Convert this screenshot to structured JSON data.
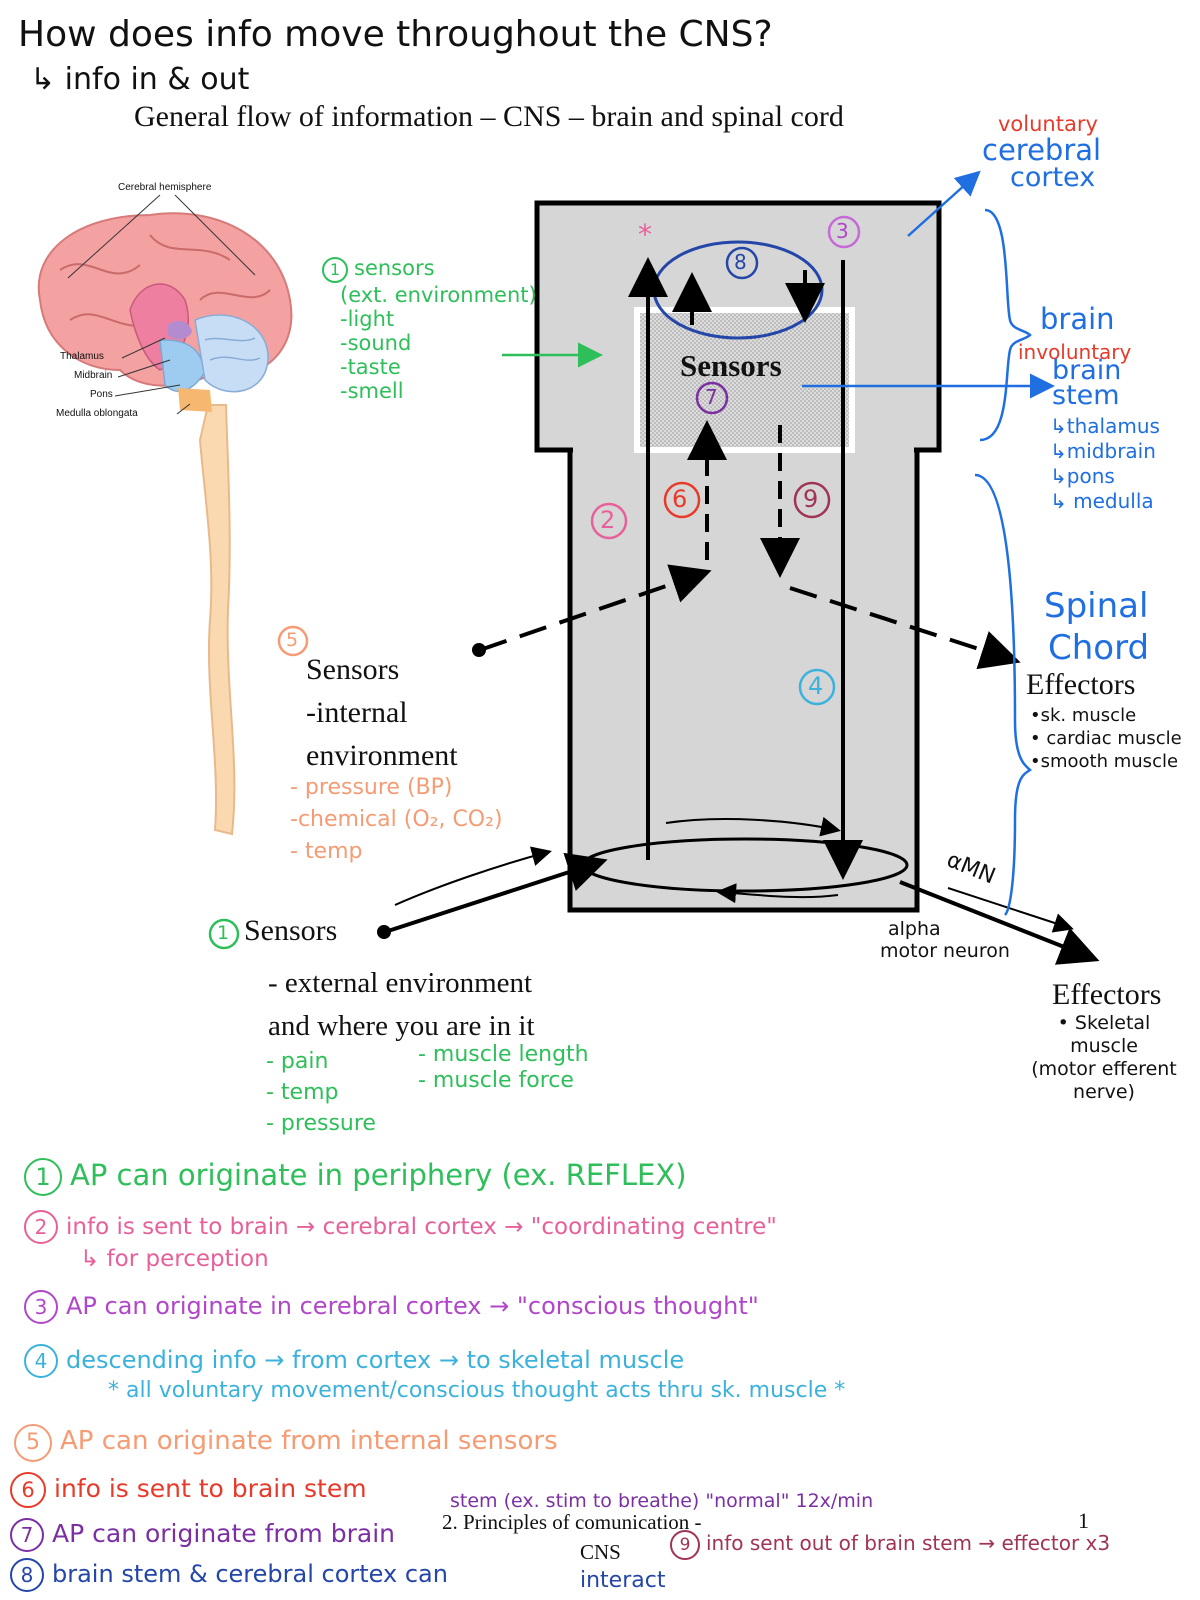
{
  "heading": {
    "question": "How does info move throughout the CNS?",
    "sub": "↳ info in & out",
    "printed_title": "General flow of information – CNS – brain and spinal cord"
  },
  "illustration": {
    "label_cerebral": "Cerebral hemisphere",
    "label_thalamus": "Thalamus",
    "label_midbrain": "Midbrain",
    "label_pons": "Pons",
    "label_medulla": "Medulla oblongata"
  },
  "diagram": {
    "sensors_inside": "Sensors",
    "num1": "1",
    "num2": "2",
    "num3": "3",
    "num4": "4",
    "num5": "5",
    "num6": "6",
    "num7": "7",
    "num8": "8",
    "num9": "9",
    "star": "*",
    "amn": "αMN",
    "alpha1": "alpha",
    "alpha2": "motor neuron"
  },
  "ext_sensors_note": {
    "title": "sensors",
    "sub": "(ext. environment)",
    "items": [
      "-light",
      "-sound",
      "-taste",
      "-smell"
    ]
  },
  "internal_sensors": {
    "line1": "Sensors",
    "line2": "-internal",
    "line3": "environment",
    "items": [
      "- pressure (BP)",
      "-chemical (O₂, CO₂)",
      "- temp"
    ]
  },
  "external_sensors": {
    "line1": "Sensors",
    "line2": "- external environment",
    "line3": "and where you are in it",
    "left_items": [
      "- pain",
      "- temp",
      "- pressure"
    ],
    "right_items": [
      "- muscle length",
      "- muscle force"
    ]
  },
  "brain_labels": {
    "voluntary": "voluntary",
    "cerebral": "cerebral",
    "cortex": "cortex",
    "brain": "brain",
    "involuntary": "involuntary",
    "brainstem1": "brain",
    "brainstem2": "stem",
    "parts": [
      "↳thalamus",
      "↳midbrain",
      "↳pons",
      "↳ medulla"
    ],
    "spinal1": "Spinal",
    "spinal2": "Chord"
  },
  "effectors_top": {
    "title": "Effectors",
    "items": [
      "•sk. muscle",
      "• cardiac muscle",
      "•smooth muscle"
    ]
  },
  "effectors_bottom": {
    "title": "Effectors",
    "items": [
      "• Skeletal",
      "muscle",
      "(motor efferent",
      "nerve)"
    ]
  },
  "notes": {
    "n1": "AP can originate in periphery (ex. REFLEX)",
    "n2a": "info is sent to brain → cerebral cortex → \"coordinating centre\"",
    "n2b": "↳ for perception",
    "n3": "AP can originate in cerebral cortex → \"conscious thought\"",
    "n4a": "descending info → from cortex → to skeletal muscle",
    "n4b": "* all voluntary movement/conscious thought acts thru sk. muscle *",
    "n5": "AP can originate from internal sensors",
    "n6a": "info is sent to brain stem",
    "n6b": "stem (ex. stim to breathe) \"normal\" 12x/min",
    "n7": "AP can originate from brain",
    "n8a": "brain stem & cerebral cortex can",
    "n8b": "interact",
    "n9": "info sent out of brain stem → effector x3"
  },
  "footer": {
    "line1": "2. Principles of comunication -",
    "line2": "CNS",
    "page_number": "1"
  }
}
